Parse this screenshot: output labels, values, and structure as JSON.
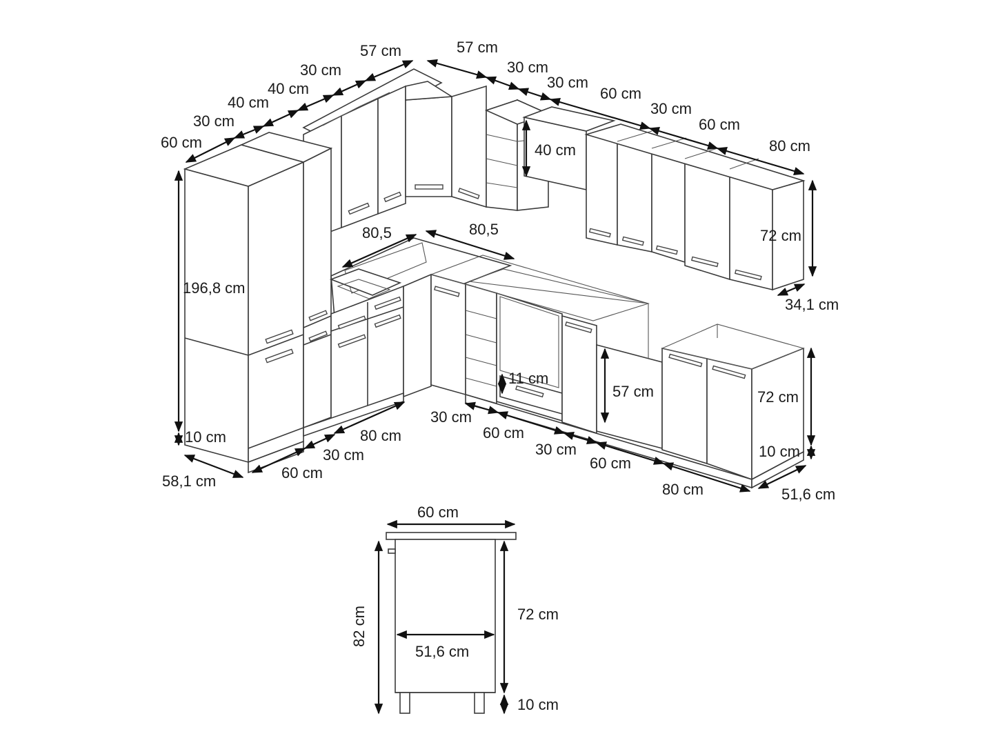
{
  "labels": {
    "top_60": "60 cm",
    "top_30a": "30 cm",
    "top_40a": "40 cm",
    "top_40b": "40 cm",
    "top_30b": "30 cm",
    "top_57a": "57 cm",
    "top_57b": "57 cm",
    "top_30c": "30 cm",
    "top_30d": "30 cm",
    "top_60b": "60 cm",
    "top_30e": "30 cm",
    "top_60c": "60 cm",
    "top_80": "80 cm",
    "wall_40": "40 cm",
    "wall_72": "72 cm",
    "wall_depth": "34,1 cm",
    "tall_height": "196,8 cm",
    "tall_plinth": "10 cm",
    "tall_depth": "58,1 cm",
    "corner_a": "80,5",
    "corner_b": "80,5",
    "drawer_11": "11 cm",
    "oven_57": "57 cm",
    "base_72": "72 cm",
    "base_10": "10 cm",
    "base_depth": "51,6 cm",
    "bot_60a": "60 cm",
    "bot_30a": "30 cm",
    "bot_80a": "80 cm",
    "bot_30b": "30 cm",
    "bot_60b": "60 cm",
    "bot_30c": "30 cm",
    "bot_60c": "60 cm",
    "bot_80b": "80 cm",
    "side_60": "60 cm",
    "side_82": "82 cm",
    "side_72": "72 cm",
    "side_516": "51,6 cm",
    "side_10": "10 cm"
  }
}
